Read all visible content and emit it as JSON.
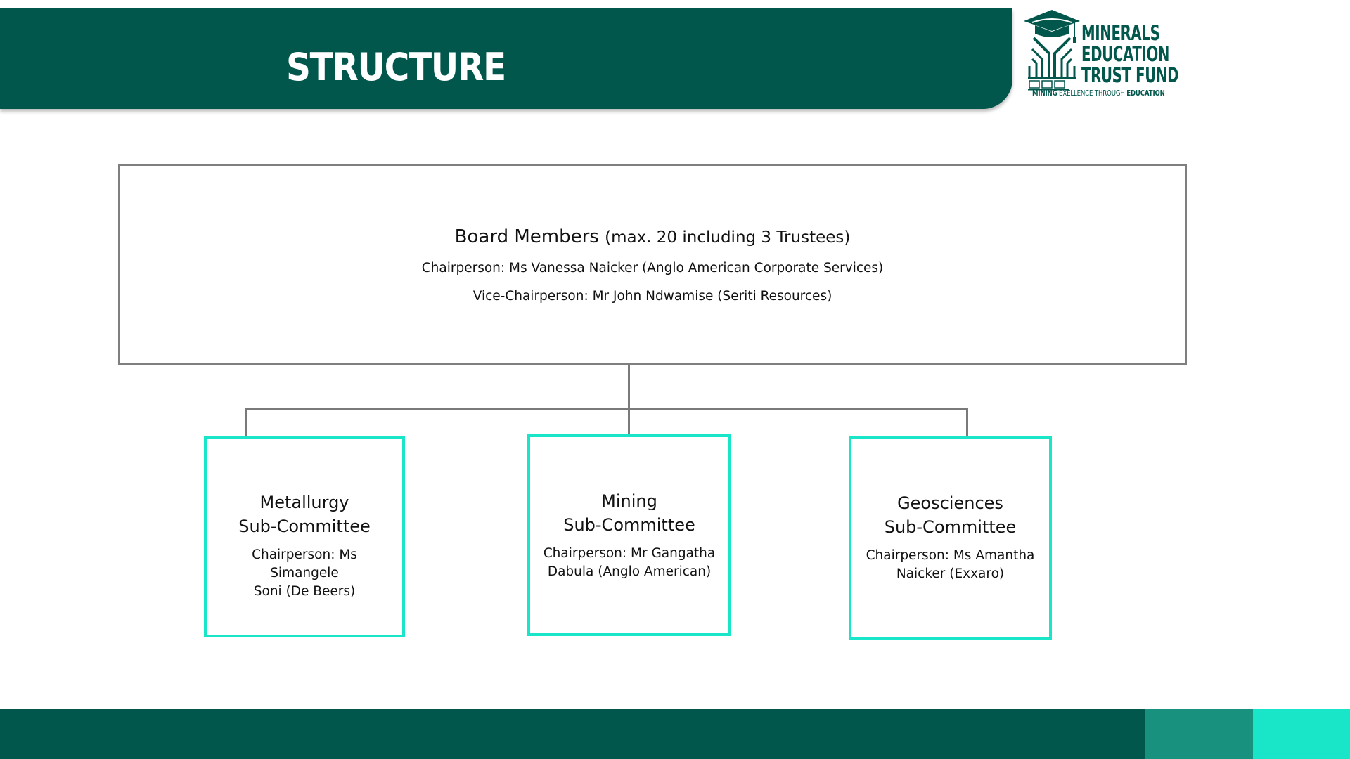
{
  "header": {
    "title": "STRUCTURE"
  },
  "logo": {
    "lines": [
      "MINERALS",
      "EDUCATION",
      "TRUST FUND"
    ],
    "tagline_bold_1": "MINING",
    "tagline_light": "EXELLENCE THROUGH",
    "tagline_bold_2": "EDUCATION",
    "icon": "graduation-cap-icon"
  },
  "board": {
    "title": "Board Members",
    "title_note": "(max. 20 including 3 Trustees)",
    "chairperson": "Chairperson: Ms Vanessa Naicker (Anglo American Corporate Services)",
    "vice_chairperson": "Vice-Chairperson: Mr John Ndwamise (Seriti Resources)"
  },
  "subcommittees": [
    {
      "name_line1": "Metallurgy",
      "name_line2": "Sub-Committee",
      "chair_line1": "Chairperson: Ms Simangele",
      "chair_line2": "Soni (De Beers)"
    },
    {
      "name_line1": "Mining",
      "name_line2": "Sub-Committee",
      "chair_line1": "Chairperson: Mr Gangatha",
      "chair_line2": "Dabula (Anglo American)"
    },
    {
      "name_line1": "Geosciences",
      "name_line2": "Sub-Committee",
      "chair_line1": "Chairperson: Ms Amantha",
      "chair_line2": "Naicker (Exxaro)"
    }
  ],
  "colors": {
    "brand_dark": "#02574D",
    "brand_mid": "#18917F",
    "brand_bright": "#19E6C8",
    "connector": "#7A7A7A",
    "board_border": "#7F7F7F"
  }
}
